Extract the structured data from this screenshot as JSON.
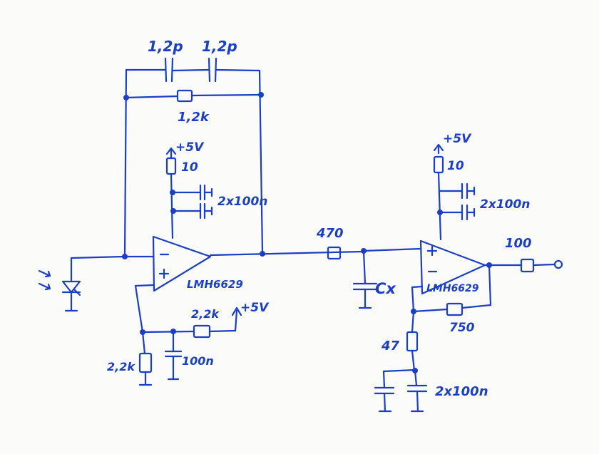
{
  "ink_color": "#1a3fc4",
  "paper_color": "#fbfbfa",
  "labels": {
    "c_feedback_1": "1,2p",
    "c_feedback_2": "1,2p",
    "r_feedback": "1,2k",
    "supply_1": "+5V",
    "r_supply_1": "10",
    "c_supply_1": "2x100n",
    "opamp_1": "LMH6629",
    "r_bias": "2,2k",
    "supply_bias": "+5V",
    "r_bias_ground": "2,2k",
    "c_bias": "100n",
    "r_series": "470",
    "c_x": "Cx",
    "supply_2": "+5V",
    "r_supply_2": "10",
    "c_supply_2": "2x100n",
    "opamp_2": "LMH6629",
    "r_output": "100",
    "r_gain": "750",
    "r_ground": "47",
    "c_ground": "2x100n"
  }
}
